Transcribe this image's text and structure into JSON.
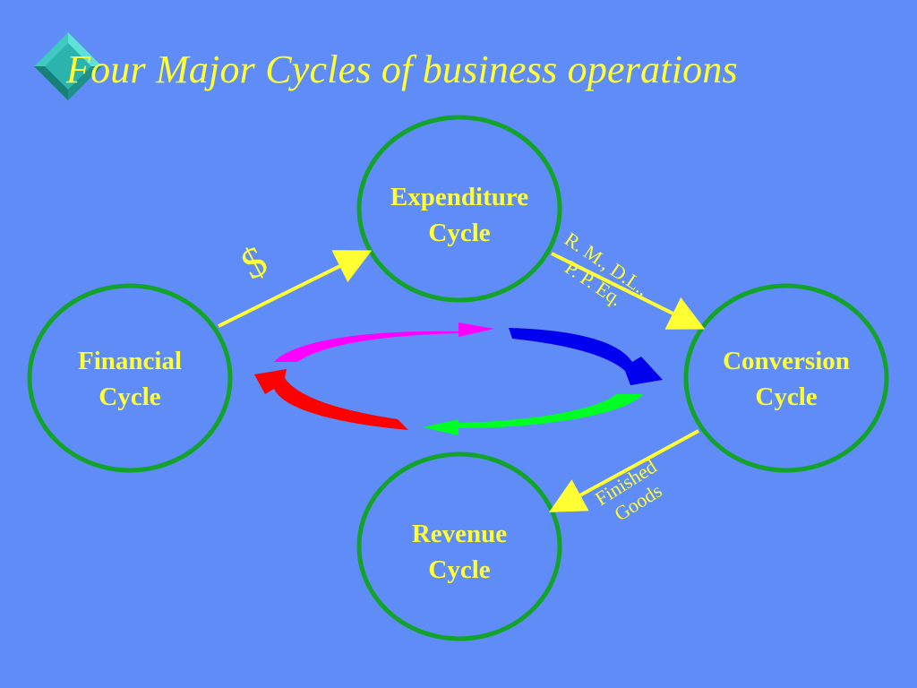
{
  "title": "Four Major Cycles of business operations",
  "colors": {
    "background": "#5f8cf6",
    "text": "#ffff33",
    "circle_stroke": "#14a32a",
    "connector": "#ffff33",
    "arc_magenta": "#ff00ff",
    "arc_blue": "#0000ee",
    "arc_green": "#00ff22",
    "arc_red": "#ff0000"
  },
  "nodes": {
    "expenditure": {
      "line1": "Expenditure",
      "line2": "Cycle"
    },
    "financial": {
      "line1": "Financial",
      "line2": "Cycle"
    },
    "conversion": {
      "line1": "Conversion",
      "line2": "Cycle"
    },
    "revenue": {
      "line1": "Revenue",
      "line2": "Cycle"
    }
  },
  "edges": {
    "financial_to_expenditure": {
      "label": "$"
    },
    "expenditure_to_conversion": {
      "line1": "R. M., D.L.,",
      "line2": "P. P. Eq."
    },
    "conversion_to_revenue": {
      "line1": "Finished",
      "line2": "Goods"
    }
  },
  "icons": {
    "bullet": "diamond-bullet-icon"
  }
}
